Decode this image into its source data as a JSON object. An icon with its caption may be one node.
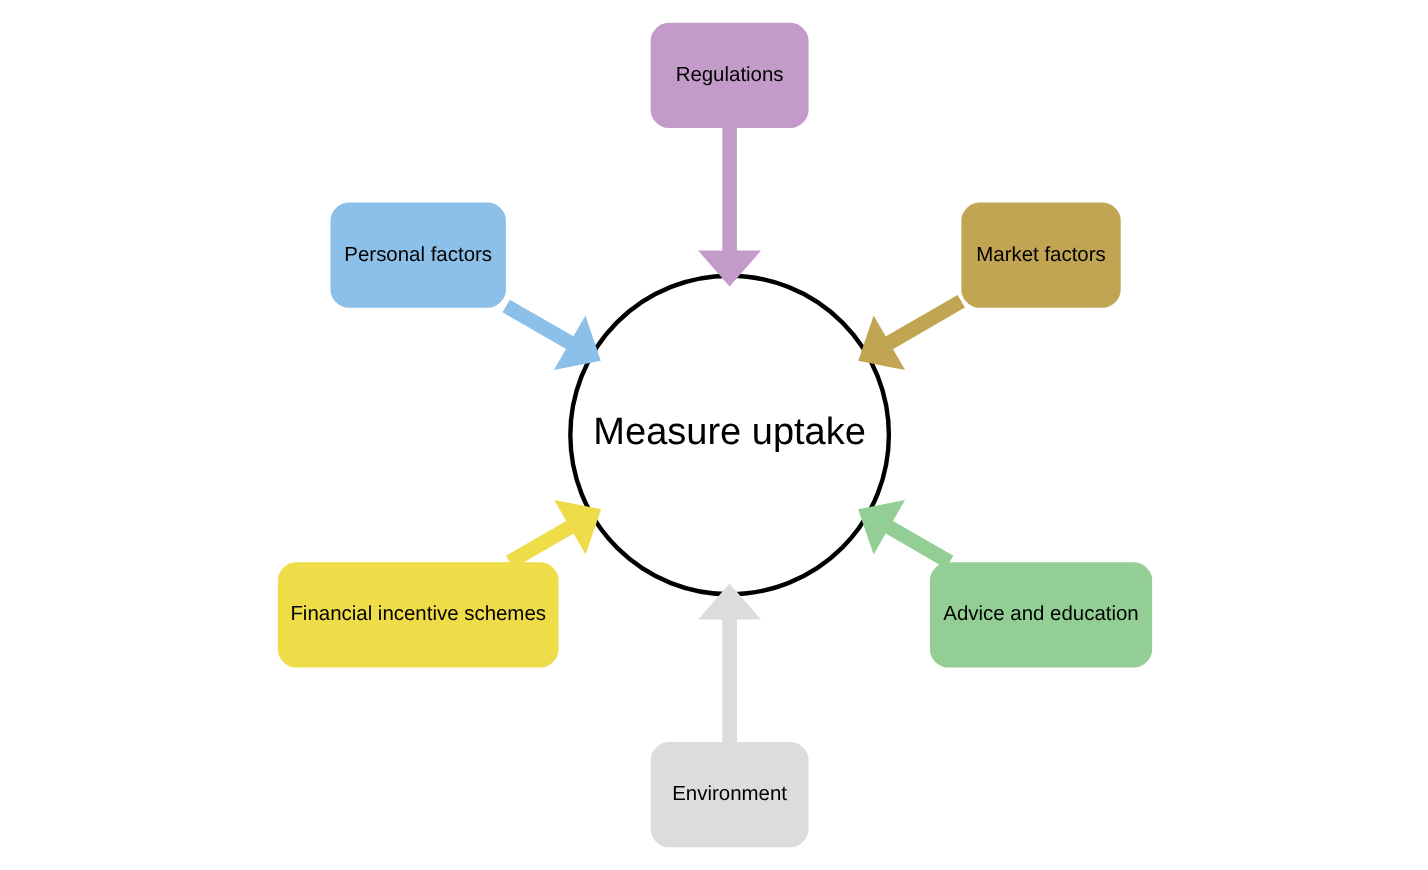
{
  "diagram": {
    "nodes": [
      {
        "text": [
          "Market factors"
        ]
      },
      {
        "text": [
          "Regulations"
        ]
      },
      {
        "text": [
          "Personal factors"
        ]
      },
      {
        "text": [
          "Financial incentive schemes"
        ]
      },
      {
        "text": [
          "Environment"
        ]
      },
      {
        "text": [
          "Measure uptake"
        ]
      },
      {
        "text": [
          "Advice and education"
        ]
      }
    ],
    "edges": [
      {
        "from": 4,
        "to": 5,
        "arrow": "to",
        "color": "#dcdcdc"
      },
      {
        "from": 2,
        "to": 5,
        "arrow": "to",
        "color": "#8dc0e8"
      },
      {
        "from": 0,
        "to": 5,
        "arrow": "to",
        "color": "#c2a552"
      },
      {
        "from": 1,
        "to": 5,
        "arrow": "to",
        "color": "#c39bc9"
      },
      {
        "from": 3,
        "to": 5,
        "arrow": "to",
        "color": "#eedc48"
      },
      {
        "from": 6,
        "to": 5,
        "arrow": "to",
        "color": "#93cf95"
      }
    ]
  }
}
